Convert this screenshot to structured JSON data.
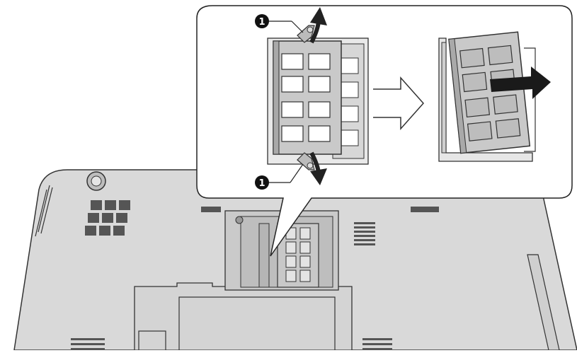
{
  "diagram": {
    "callouts": [
      {
        "id": "clip-top",
        "number": "1"
      },
      {
        "id": "clip-bottom",
        "number": "1"
      }
    ],
    "steps": [
      {
        "id": "release-latches"
      },
      {
        "id": "remove-module"
      }
    ],
    "icons": [
      "rotate-arrow-icon",
      "next-step-arrow-icon",
      "pull-out-arrow-icon"
    ]
  }
}
